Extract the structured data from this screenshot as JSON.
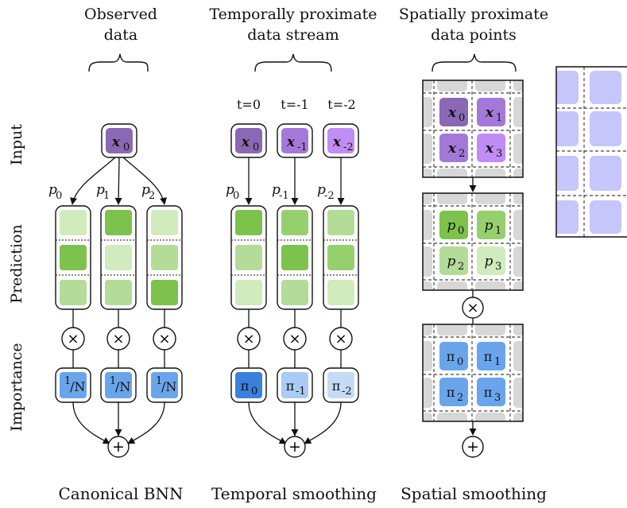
{
  "columns": {
    "canonical": {
      "header": [
        "Observed",
        "data"
      ],
      "caption": "Canonical BNN"
    },
    "temporal": {
      "header": [
        "Temporally proximate",
        "data stream"
      ],
      "caption": "Temporal smoothing"
    },
    "spatial": {
      "header": [
        "Spatially proximate",
        "data points"
      ],
      "caption": "Spatial smoothing"
    }
  },
  "rows": {
    "input": "Input",
    "prediction": "Prediction",
    "importance": "Importance"
  },
  "time_labels": [
    "t=0",
    "t=-1",
    "t=-2"
  ],
  "canonical": {
    "input": {
      "base": "x",
      "sub": "0"
    },
    "edge_labels": [
      {
        "base": "p",
        "sub": "0"
      },
      {
        "base": "p",
        "sub": "1"
      },
      {
        "base": "p",
        "sub": "2"
      }
    ],
    "importance": [
      {
        "base": "1",
        "rest": "/N"
      },
      {
        "base": "1",
        "rest": "/N"
      },
      {
        "base": "1",
        "rest": "/N"
      }
    ]
  },
  "temporal": {
    "inputs": [
      {
        "base": "x",
        "sub": "0"
      },
      {
        "base": "x",
        "sub": "-1"
      },
      {
        "base": "x",
        "sub": "-2"
      }
    ],
    "edge_labels": [
      {
        "base": "p",
        "sub": "0"
      },
      {
        "base": "p",
        "sub": "-1"
      },
      {
        "base": "p",
        "sub": "-2"
      }
    ],
    "importance": [
      {
        "base": "π",
        "sub": "0"
      },
      {
        "base": "π",
        "sub": "-1"
      },
      {
        "base": "π",
        "sub": "-2"
      }
    ]
  },
  "spatial": {
    "inputs": [
      {
        "base": "x",
        "sub": "0"
      },
      {
        "base": "x",
        "sub": "1"
      },
      {
        "base": "x",
        "sub": "2"
      },
      {
        "base": "x",
        "sub": "3"
      }
    ],
    "predictions": [
      {
        "base": "p",
        "sub": "0"
      },
      {
        "base": "p",
        "sub": "1"
      },
      {
        "base": "p",
        "sub": "2"
      },
      {
        "base": "p",
        "sub": "3"
      }
    ],
    "importance": [
      {
        "base": "π",
        "sub": "0"
      },
      {
        "base": "π",
        "sub": "1"
      },
      {
        "base": "π",
        "sub": "2"
      },
      {
        "base": "π",
        "sub": "3"
      }
    ]
  },
  "operators": {
    "multiply": "×",
    "sum": "+"
  },
  "colors": {
    "purple_dark": "#8b68b4",
    "purple_mid": "#a478d8",
    "purple_light": "#c28cf6",
    "green_1": "#7cc24d",
    "green_2": "#96d06e",
    "green_3": "#b3dc98",
    "green_4": "#d0ebbc",
    "blue_dark": "#3a80dc",
    "blue_mid": "#6aa5ec",
    "blue_light": "#a9cbf6",
    "blue_pale": "#c4dbf6",
    "lavender": "#c6c6fb",
    "gray_tile": "#d7d7d7"
  }
}
